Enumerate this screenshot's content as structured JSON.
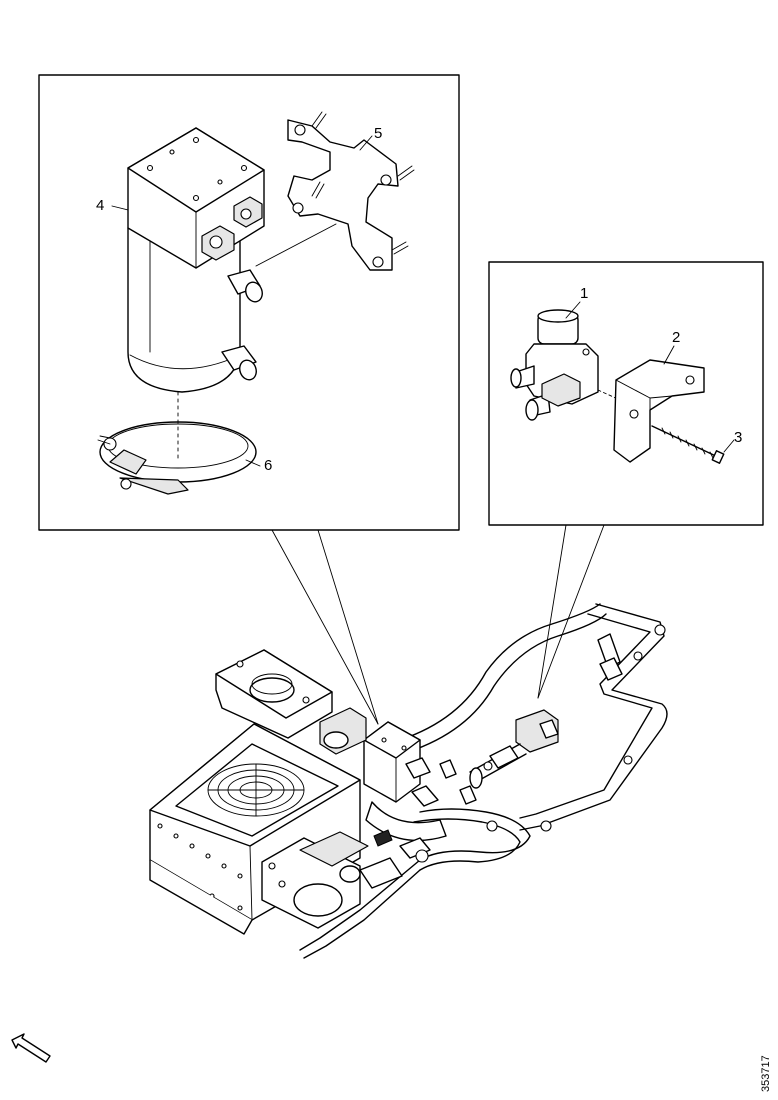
{
  "diagram": {
    "callouts": {
      "c1": "1",
      "c2": "2",
      "c3": "3",
      "c4": "4",
      "c5": "5",
      "c6": "6"
    },
    "document_number": "353717"
  }
}
